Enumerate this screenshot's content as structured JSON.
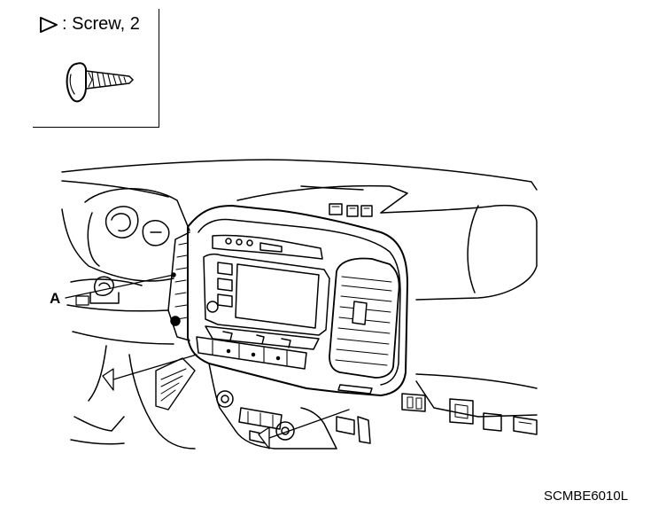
{
  "legend": {
    "symbol": "triangle-pointer-icon",
    "text": ": Screw, 2"
  },
  "callout": {
    "label": "A"
  },
  "drawing_code": "SCMBE6010L"
}
